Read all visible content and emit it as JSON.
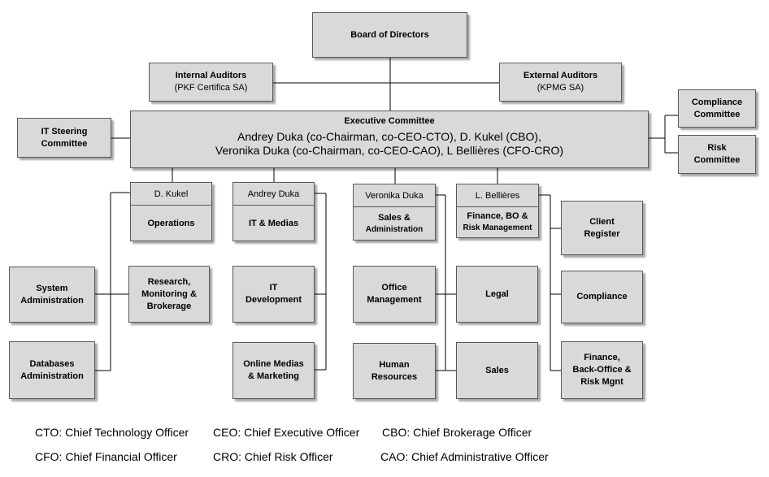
{
  "board": "Board of Directors",
  "internal_auditors": {
    "title": "Internal Auditors",
    "sub": "(PKF Certifica SA)"
  },
  "external_auditors": {
    "title": "External Auditors",
    "sub": "(KPMG SA)"
  },
  "it_steering": [
    "IT Steering",
    "Committee"
  ],
  "compliance_committee": [
    "Compliance",
    "Committee"
  ],
  "risk_committee": [
    "Risk",
    "Committee"
  ],
  "executive": {
    "title": "Executive Committee",
    "line1": "Andrey Duka (co-Chairman, co-CEO-CTO), D. Kukel (CBO),",
    "line2": "Veronika Duka (co-Chairman, co-CEO-CAO), L Bellières (CFO-CRO)"
  },
  "heads": [
    {
      "name": "D. Kukel",
      "dept": [
        "Operations"
      ]
    },
    {
      "name": "Andrey Duka",
      "dept": [
        "IT & Medias"
      ]
    },
    {
      "name": "Veronika Duka",
      "dept": [
        "Sales &",
        "Administration"
      ]
    },
    {
      "name": "L. Bellières",
      "dept": [
        "Finance, BO &",
        "Risk Management"
      ]
    }
  ],
  "units": {
    "system_admin": [
      "System",
      "Administration"
    ],
    "databases_admin": [
      "Databases",
      "Administration"
    ],
    "research": [
      "Research,",
      "Monitoring &",
      "Brokerage"
    ],
    "it_dev": [
      "IT",
      "Development"
    ],
    "online_medias": [
      "Online Medias",
      "& Marketing"
    ],
    "office_mgmt": [
      "Office",
      "Management"
    ],
    "human_resources": [
      "Human",
      "Resources"
    ],
    "legal": "Legal",
    "sales": "Sales",
    "client_register": [
      "Client",
      "Register"
    ],
    "compliance": "Compliance",
    "finance_bo": [
      "Finance,",
      "Back-Office &",
      "Risk Mgnt"
    ]
  },
  "legend": {
    "cto": "CTO: Chief Technology Officer",
    "ceo": "CEO: Chief Executive Officer",
    "cbo": "CBO: Chief Brokerage Officer",
    "cfo": "CFO: Chief Financial Officer",
    "cro": "CRO: Chief Risk Officer",
    "cao": "CAO: Chief Administrative Officer"
  }
}
